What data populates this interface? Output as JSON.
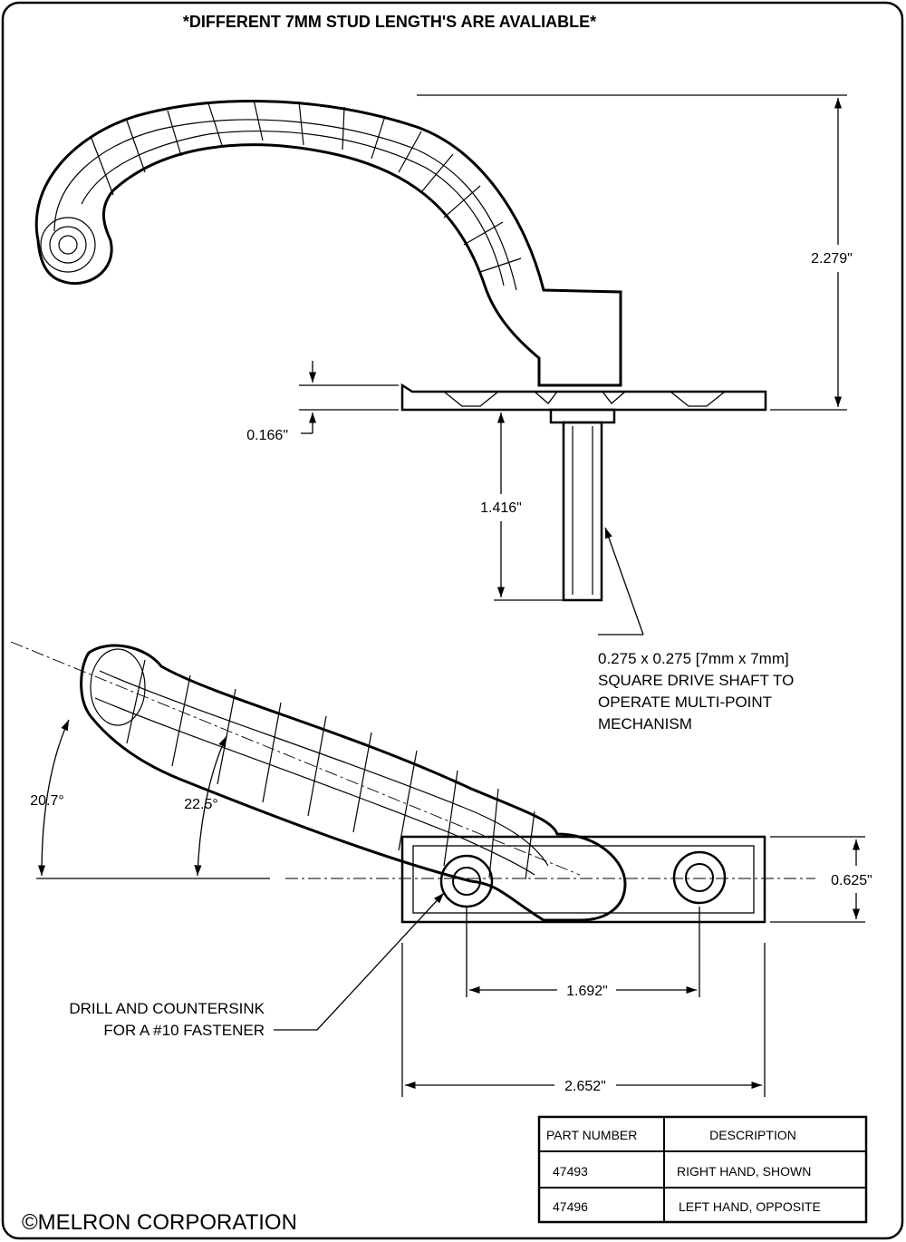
{
  "header_note": "*DIFFERENT 7MM STUD LENGTH'S ARE AVALIABLE*",
  "dimensions": {
    "height_overall": "2.279\"",
    "plate_thickness": "0.166\"",
    "stud_length": "1.416\"",
    "angle_outer": "20.7°",
    "angle_inner": "22.5°",
    "plate_width": "0.625\"",
    "hole_spacing": "1.692\"",
    "plate_length": "2.652\""
  },
  "callouts": {
    "shaft": [
      "0.275 x 0.275 [7mm x 7mm]",
      "SQUARE DRIVE SHAFT TO",
      "OPERATE MULTI-POINT",
      "MECHANISM"
    ],
    "fastener": [
      "DRILL AND COUNTERSINK",
      "FOR A #10 FASTENER"
    ]
  },
  "parts_table": {
    "headers": [
      "PART NUMBER",
      "DESCRIPTION"
    ],
    "rows": [
      [
        "47493",
        "RIGHT HAND, SHOWN"
      ],
      [
        "47496",
        "LEFT HAND, OPPOSITE"
      ]
    ]
  },
  "copyright": "©MELRON CORPORATION"
}
